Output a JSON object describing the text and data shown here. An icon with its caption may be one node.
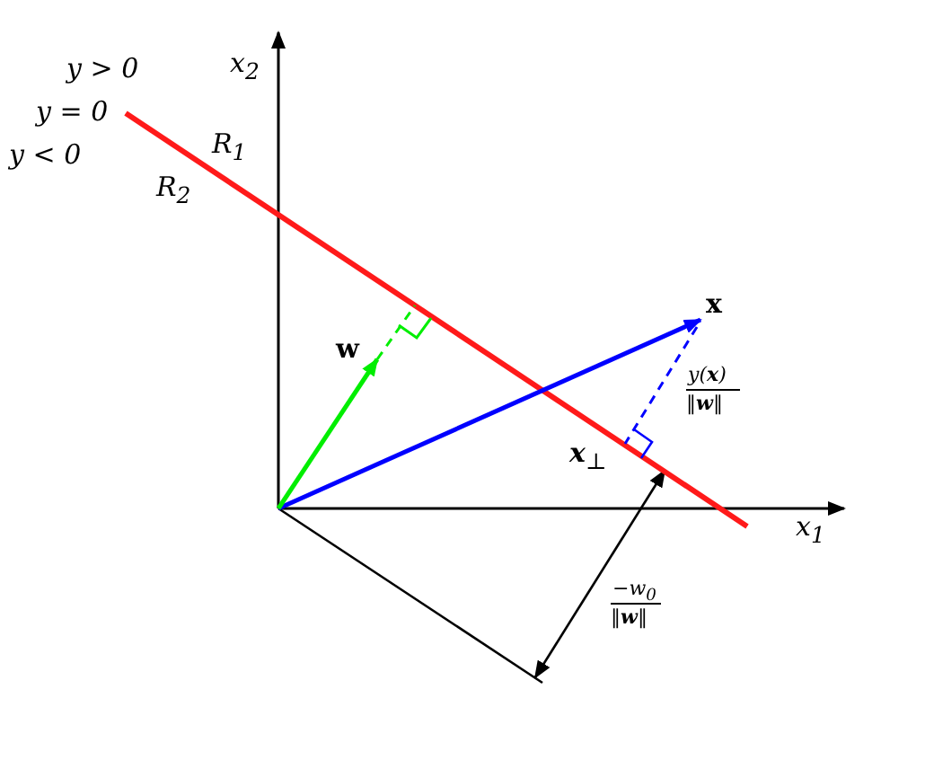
{
  "diagram": {
    "labels": [
      "y > 0",
      "x$_{2}$",
      "y = 0",
      "R$_{1}$",
      "y < 0",
      "R$_{2}$",
      "x",
      "w",
      "y(**x**)",
      "‖**w**‖",
      "**x**$_{⊥}$",
      "x$_{1}$",
      "−w$_{0}$",
      "‖**w**‖"
    ]
  }
}
